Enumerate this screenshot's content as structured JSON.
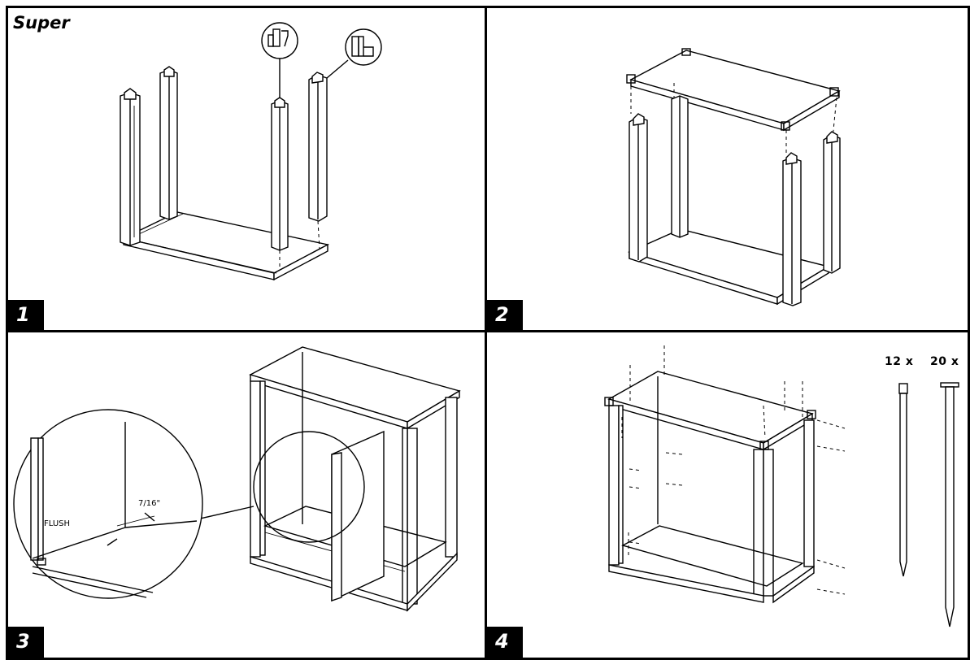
{
  "panel1": {
    "title": "Super",
    "step": "1"
  },
  "panel2": {
    "step": "2"
  },
  "panel3": {
    "step": "3",
    "detail_gap": "7/16\"",
    "detail_flush": "FLUSH"
  },
  "panel4": {
    "step": "4",
    "nail_small_count": "12 x",
    "nail_large_count": "20 x"
  }
}
